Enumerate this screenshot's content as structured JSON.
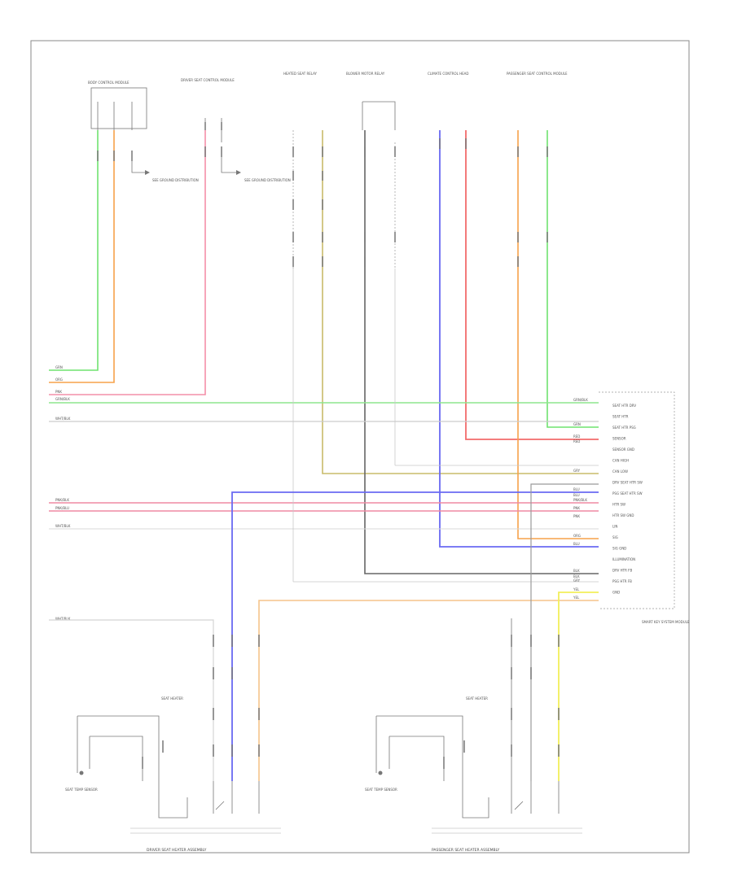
{
  "diagram": {
    "top_components": [
      {
        "id": "c1",
        "label": "BODY CONTROL MODULE"
      },
      {
        "id": "c2",
        "label": "DRIVER SEAT CONTROL MODULE"
      },
      {
        "id": "c3",
        "label": "HEATED SEAT RELAY"
      },
      {
        "id": "c4",
        "label": "BLOWER MOTOR RELAY"
      },
      {
        "id": "c5",
        "label": "CLIMATE CONTROL HEAD"
      },
      {
        "id": "c6",
        "label": "PASSENGER SEAT CONTROL MODULE"
      }
    ],
    "ground_refs": [
      {
        "id": "g1",
        "label": "SEE GROUND DISTRIBUTION"
      },
      {
        "id": "g2",
        "label": "SEE GROUND DISTRIBUTION"
      }
    ],
    "left_wires": [
      {
        "id": "lw1",
        "color_label": "GRN",
        "color": "#6fe36f"
      },
      {
        "id": "lw2",
        "color_label": "ORG",
        "color": "#f7a24a"
      },
      {
        "id": "lw3",
        "color_label": "PNK",
        "color": "#f48fa8"
      },
      {
        "id": "lw4",
        "color_label": "GRN/BLK",
        "color": "#8ee68e"
      },
      {
        "id": "lw5",
        "color_label": "WHT/BLK",
        "color": "#d4d4d4"
      },
      {
        "id": "lw6",
        "color_label": "PNK/BLK",
        "color": "#ef8aa3"
      },
      {
        "id": "lw7",
        "color_label": "PNK/BLU",
        "color": "#ef8aa3"
      },
      {
        "id": "lw8",
        "color_label": "WHT/BLK",
        "color": "#d4d4d4"
      },
      {
        "id": "lw9",
        "color_label": "WHT/BLK",
        "color": "#d4d4d4"
      }
    ],
    "right_module": {
      "label": "SMART KEY SYSTEM MODULE",
      "pins": [
        "SEAT HTR DRV",
        "SEAT HTR",
        "SEAT HTR PSG",
        "SENSOR",
        "SENSOR GND",
        "CAN HIGH",
        "CAN LOW",
        "DRV SEAT HTR SW",
        "PSG SEAT HTR SW",
        "HTR SW",
        "HTR SW GND",
        "LIN",
        "SIG",
        "SIG GND",
        "ILLUMINATION",
        "DRV HTR FB",
        "PSG HTR FB",
        "GND"
      ],
      "wire_labels": [
        "GRN/BLK",
        "GRN",
        "RED",
        "RED",
        "GRY",
        "BLU",
        "BLU",
        "PNK/BLK",
        "PNK",
        "PNK",
        "ORG",
        "BLU",
        "BLK",
        "BLK",
        "GRY",
        "YEL",
        "YEL"
      ]
    },
    "bottom_assemblies": [
      {
        "id": "b1",
        "label": "DRIVER SEAT HEATER ASSEMBLY",
        "sub": "SEAT HEATER",
        "sw": "SEAT TEMP SENSOR"
      },
      {
        "id": "b2",
        "label": "PASSENGER SEAT HEATER ASSEMBLY",
        "sub": "SEAT HEATER",
        "sw": "SEAT TEMP SENSOR"
      }
    ],
    "wire_colors": {
      "green": "#6fe36f",
      "orange": "#f7a24a",
      "pink": "#f48fa8",
      "red": "#f26b6b",
      "blue": "#6a6af2",
      "yellow": "#f2ef5a",
      "olive": "#c9bb6a",
      "gray": "#bdbdbd",
      "black": "#555555"
    }
  }
}
